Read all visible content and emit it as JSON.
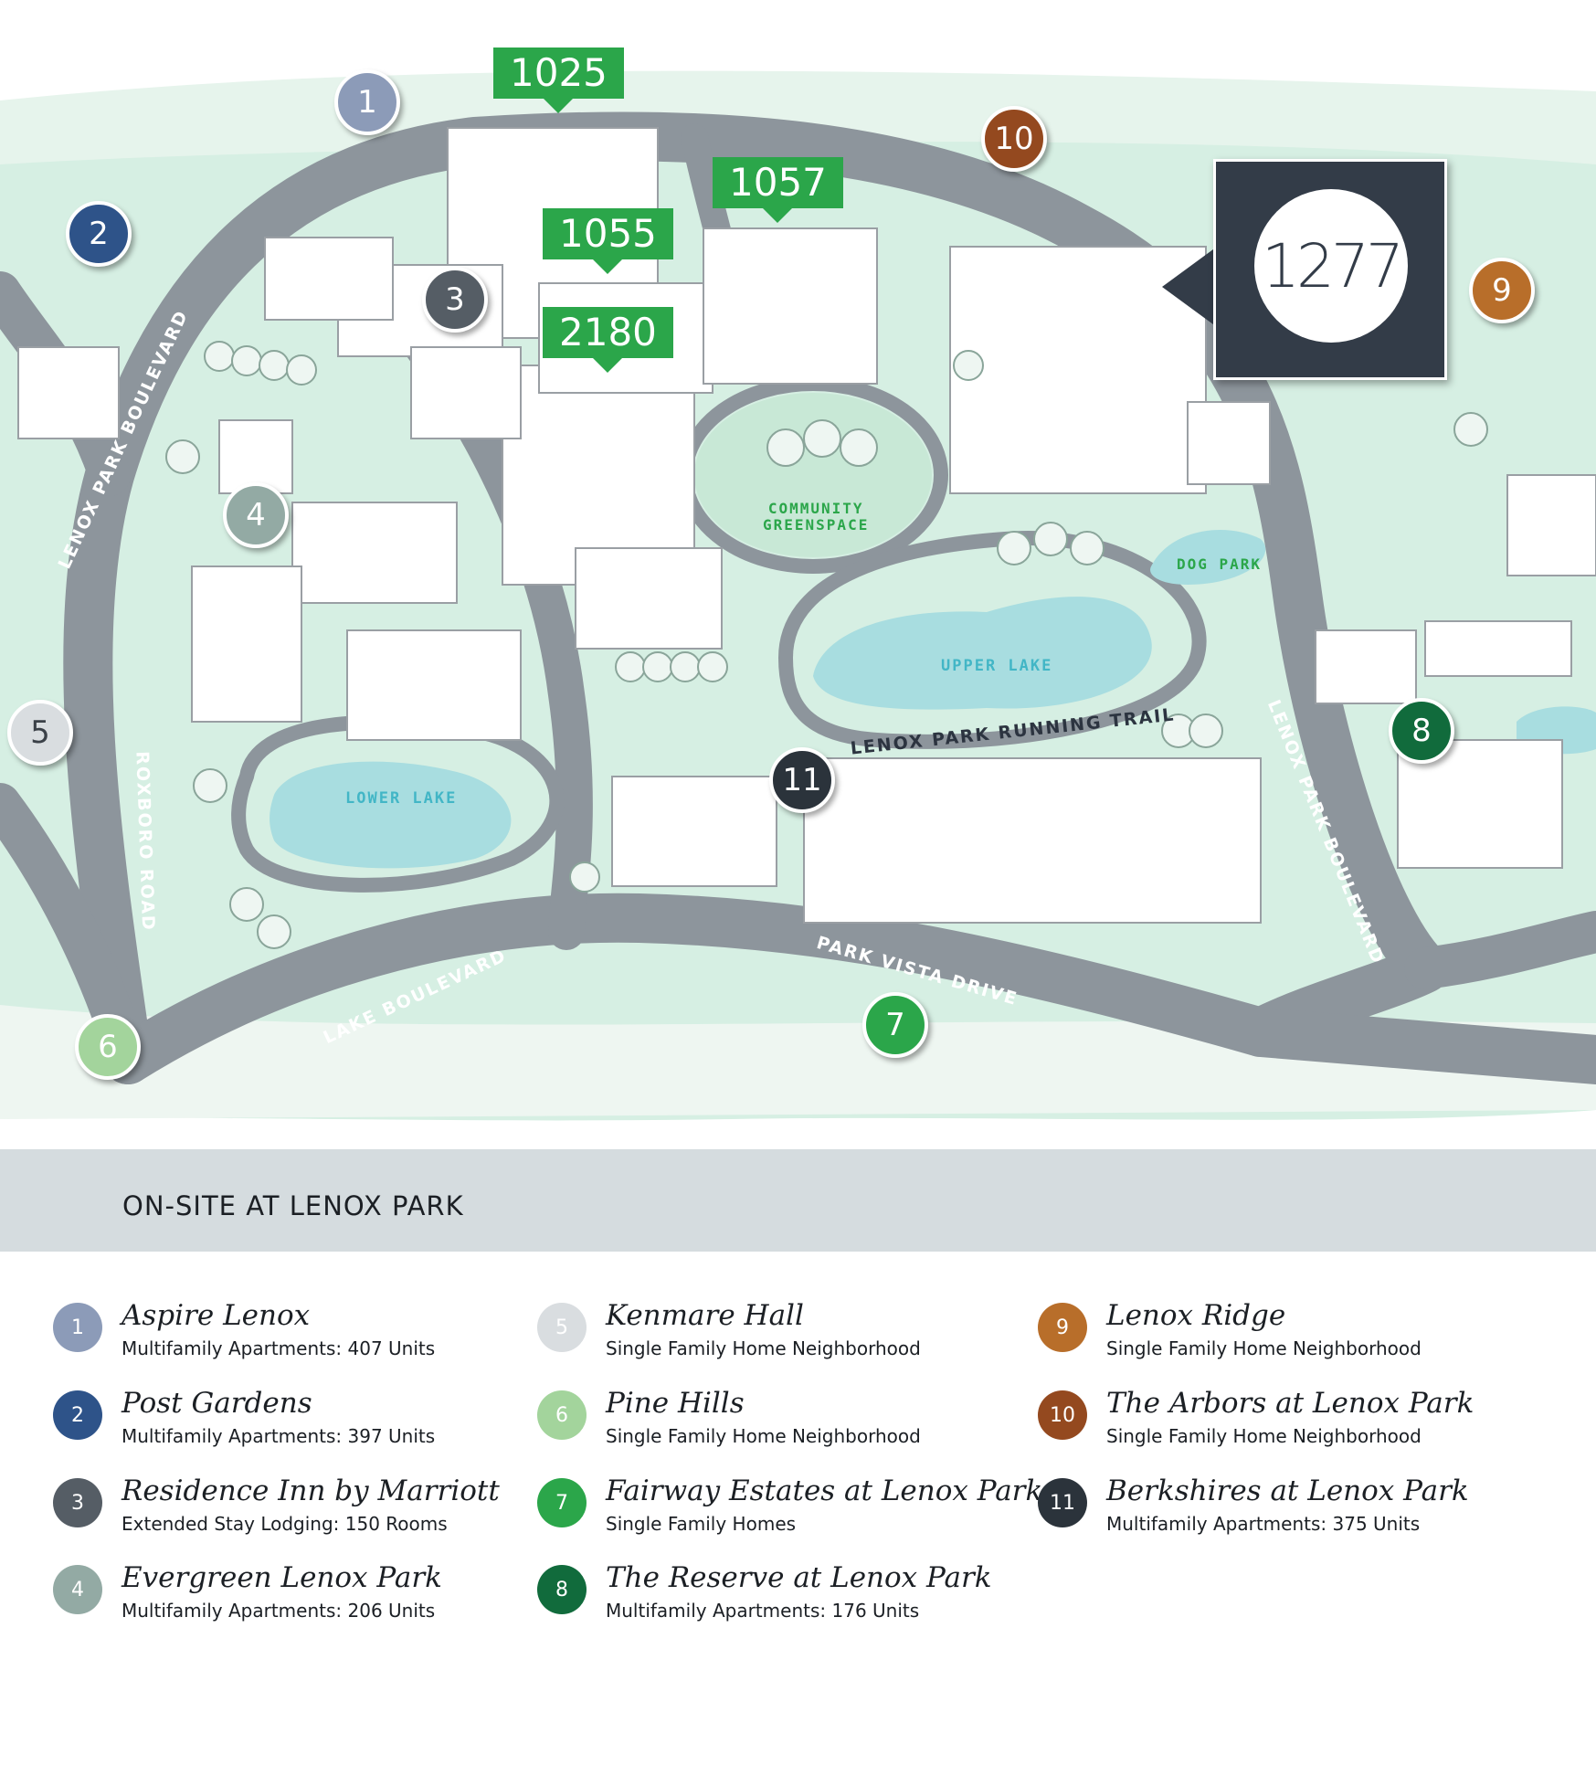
{
  "map": {
    "buildings": [
      {
        "label": "1025"
      },
      {
        "label": "1057"
      },
      {
        "label": "1055"
      },
      {
        "label": "2180"
      }
    ],
    "logo": {
      "text": "1277"
    },
    "pins": [
      {
        "num": "1",
        "color": "#8c9bb8"
      },
      {
        "num": "2",
        "color": "#2e5389"
      },
      {
        "num": "3",
        "color": "#555d65"
      },
      {
        "num": "4",
        "color": "#93aaa4"
      },
      {
        "num": "5",
        "color": "#d9dde0"
      },
      {
        "num": "6",
        "color": "#a3d49c"
      },
      {
        "num": "7",
        "color": "#2ba64a"
      },
      {
        "num": "8",
        "color": "#116b3c"
      },
      {
        "num": "9",
        "color": "#b86e2a"
      },
      {
        "num": "10",
        "color": "#94491f"
      },
      {
        "num": "11",
        "color": "#2b333b"
      }
    ],
    "roads": {
      "lenox_park_blvd_west": "LENOX PARK BOULEVARD",
      "lenox_park_blvd_east": "LENOX PARK BOULEVARD",
      "roxboro_road": "ROXBORO ROAD",
      "lake_boulevard": "LAKE BOULEVARD",
      "park_vista_drive": "PARK VISTA DRIVE",
      "running_trail": "LENOX PARK RUNNING TRAIL"
    },
    "places": {
      "community_greenspace_1": "COMMUNITY",
      "community_greenspace_2": "GREENSPACE",
      "dog_park": "DOG PARK",
      "upper_lake": "UPPER LAKE",
      "lower_lake": "LOWER LAKE"
    }
  },
  "legend": {
    "title": "ON-SITE AT LENOX PARK",
    "items": [
      {
        "num": "1",
        "name": "Aspire Lenox",
        "desc": "Multifamily Apartments: 407 Units",
        "color": "#8c9bb8"
      },
      {
        "num": "2",
        "name": "Post Gardens",
        "desc": "Multifamily Apartments: 397 Units",
        "color": "#2e5389"
      },
      {
        "num": "3",
        "name": "Residence Inn by Marriott",
        "desc": "Extended Stay Lodging: 150 Rooms",
        "color": "#555d65"
      },
      {
        "num": "4",
        "name": "Evergreen Lenox Park",
        "desc": "Multifamily Apartments: 206 Units",
        "color": "#93aaa4"
      },
      {
        "num": "5",
        "name": "Kenmare Hall",
        "desc": "Single Family Home Neighborhood",
        "color": "#d9dde0"
      },
      {
        "num": "6",
        "name": "Pine Hills",
        "desc": "Single Family Home Neighborhood",
        "color": "#a3d49c"
      },
      {
        "num": "7",
        "name": "Fairway Estates at Lenox Park",
        "desc": "Single Family Homes",
        "color": "#2ba64a"
      },
      {
        "num": "8",
        "name": "The Reserve at Lenox Park",
        "desc": "Multifamily Apartments: 176 Units",
        "color": "#116b3c"
      },
      {
        "num": "9",
        "name": "Lenox Ridge",
        "desc": "Single Family Home Neighborhood",
        "color": "#b86e2a"
      },
      {
        "num": "10",
        "name": "The Arbors at Lenox Park",
        "desc": "Single Family Home Neighborhood",
        "color": "#94491f"
      },
      {
        "num": "11",
        "name": "Berkshires at Lenox Park",
        "desc": "Multifamily Apartments: 375 Units",
        "color": "#2b333b"
      }
    ]
  }
}
